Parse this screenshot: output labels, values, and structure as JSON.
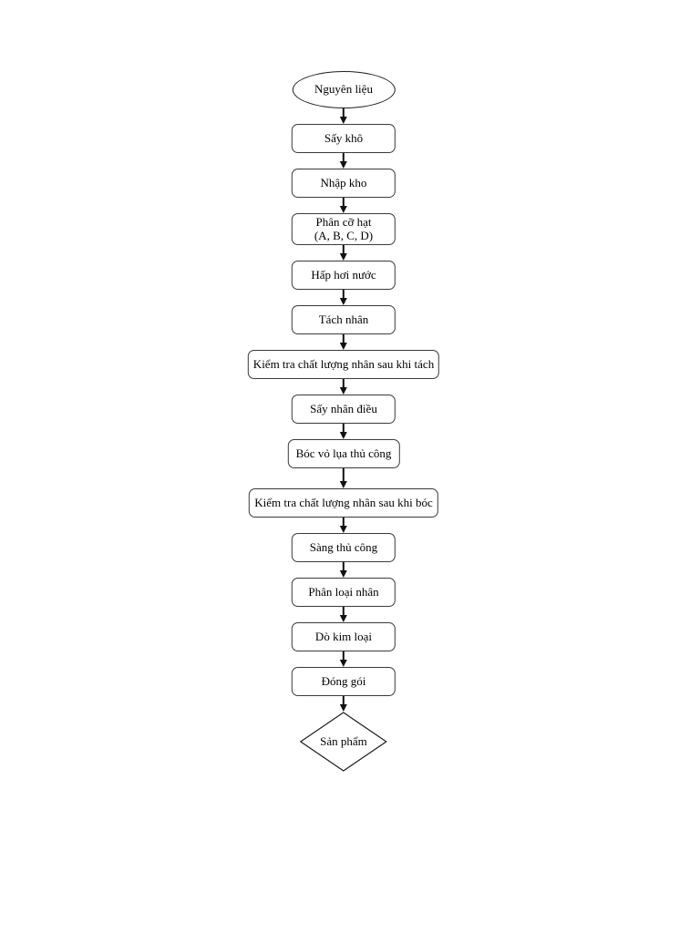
{
  "page": {
    "background_color": "#ffffff",
    "stroke_color": "#333333",
    "text_color": "#000000",
    "shape_fill": "#ffffff"
  },
  "diagram": {
    "type": "flowchart",
    "direction": "top-to-bottom",
    "nodes": [
      {
        "id": "start",
        "shape": "ellipse",
        "label": "Nguyên liệu"
      },
      {
        "id": "say-kho",
        "shape": "process",
        "label": "Sấy khô"
      },
      {
        "id": "nhap-kho",
        "shape": "process",
        "label": "Nhập kho"
      },
      {
        "id": "phan-co-hat",
        "shape": "process",
        "label": "Phân cỡ hạt",
        "sublabel": "(A, B, C, D)"
      },
      {
        "id": "hap-hoi-nuoc",
        "shape": "process",
        "label": "Hấp hơi nước"
      },
      {
        "id": "tach-nhan",
        "shape": "process",
        "label": "Tách nhân"
      },
      {
        "id": "kiem-tra-sau-tach",
        "shape": "process-wide",
        "label": "Kiểm tra chất lượng nhân sau khi tách"
      },
      {
        "id": "say-nhan-dieu",
        "shape": "process",
        "label": "Sấy nhân điều"
      },
      {
        "id": "boc-vo-lua",
        "shape": "process",
        "label": "Bóc vỏ lụa thủ công"
      },
      {
        "id": "kiem-tra-sau-boc",
        "shape": "process-wide",
        "label": "Kiểm tra chất lượng nhân sau khi bóc"
      },
      {
        "id": "sang-thu-cong",
        "shape": "process",
        "label": "Sàng thủ công"
      },
      {
        "id": "phan-loai-nhan",
        "shape": "process",
        "label": "Phân loại nhân"
      },
      {
        "id": "do-kim-loai",
        "shape": "process",
        "label": "Dò kim loại"
      },
      {
        "id": "dong-goi",
        "shape": "process",
        "label": "Đóng gói"
      },
      {
        "id": "end",
        "shape": "decision",
        "label": "Sản phẩm"
      }
    ]
  }
}
